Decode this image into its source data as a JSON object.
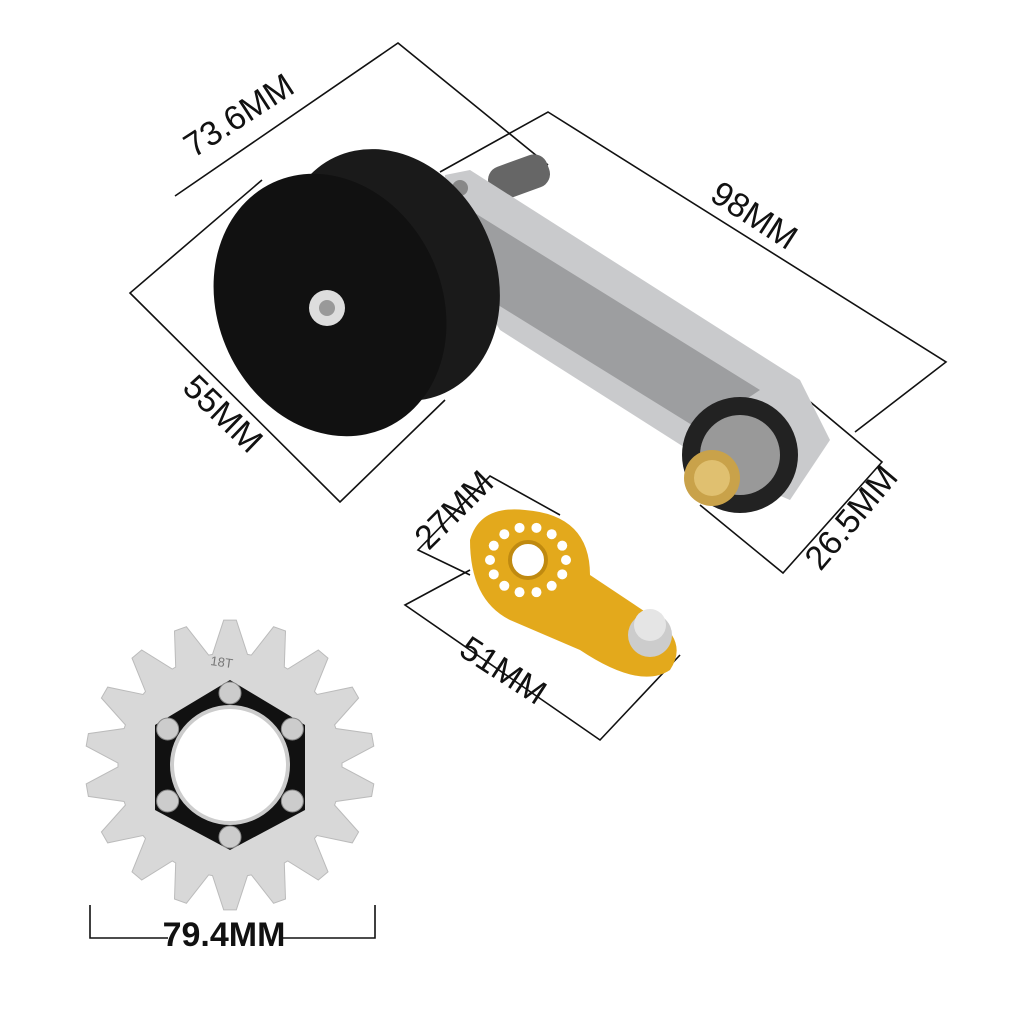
{
  "dimensions": {
    "pulley_length": "73.6MM",
    "arm_length": "98MM",
    "pulley_diameter": "55MM",
    "arm_end_width": "26.5MM",
    "bracket_width": "27MM",
    "bracket_length": "51MM",
    "cog_diameter": "79.4MM"
  },
  "cog": {
    "label": "18T",
    "teeth": 18
  },
  "colors": {
    "pulley": "#111111",
    "arm": "#c9cacc",
    "bracket": "#e3a91c",
    "cog": "#d8d8d8"
  }
}
